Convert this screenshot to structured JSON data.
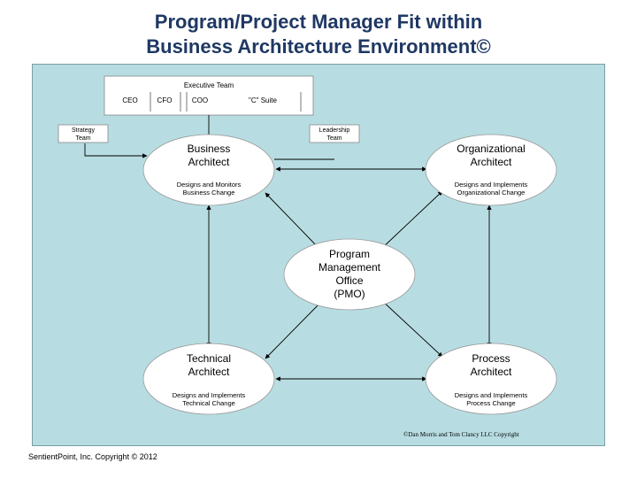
{
  "title": {
    "line1": "Program/Project Manager Fit within",
    "line2": "Business Architecture Environment©"
  },
  "executive_team": {
    "title": "Executive Team",
    "members": [
      "CEO",
      "CFO",
      "COO",
      "\"C\" Suite"
    ]
  },
  "strategy_team": {
    "line1": "Strategy",
    "line2": "Team"
  },
  "leadership_team": {
    "line1": "Leadership",
    "line2": "Team"
  },
  "nodes": {
    "business": {
      "title1": "Business",
      "title2": "Architect",
      "desc1": "Designs and Monitors",
      "desc2": "Business Change"
    },
    "organizational": {
      "title1": "Organizational",
      "title2": "Architect",
      "desc1": "Designs and Implements",
      "desc2": "Organizational Change"
    },
    "pmo": {
      "l1": "Program",
      "l2": "Management",
      "l3": "Office",
      "l4": "(PMO)"
    },
    "technical": {
      "title1": "Technical",
      "title2": "Architect",
      "desc1": "Designs and Implements",
      "desc2": "Technical Change"
    },
    "process": {
      "title1": "Process",
      "title2": "Architect",
      "desc1": "Designs and Implements",
      "desc2": "Process Change"
    }
  },
  "inner_copyright": "©Dan Morris and Tom Clancy LLC Copyright",
  "footer": "SentientPoint, Inc. Copyright © 2012",
  "colors": {
    "panel": "#b7dde2",
    "title": "#1f3864",
    "node_fill": "#ffffff"
  }
}
